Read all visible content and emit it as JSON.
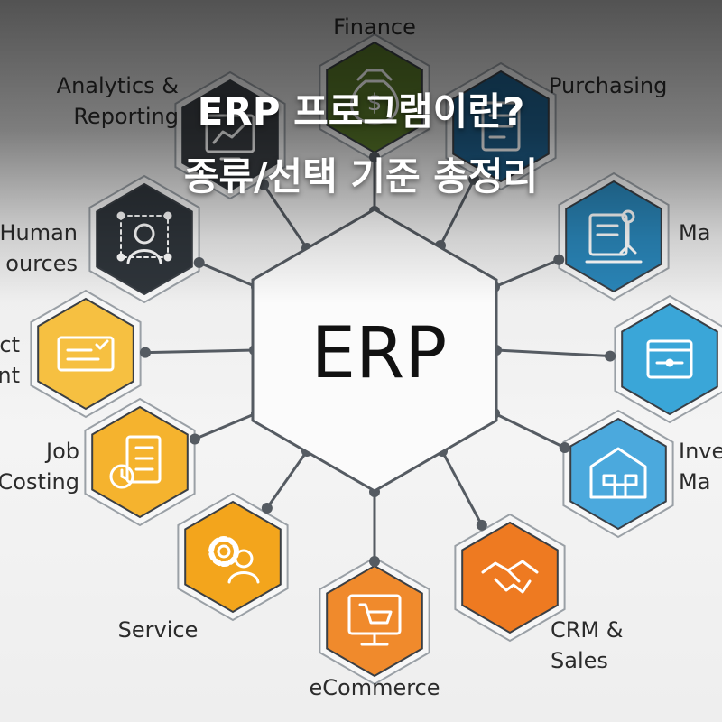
{
  "headline": {
    "line1": "ERP 프로그램이란?",
    "line2": "종류/선택 기준 총정리"
  },
  "center": {
    "label": "ERP"
  },
  "modules": [
    {
      "id": "finance",
      "label_lines": [
        "Finance"
      ],
      "color": "#5a7a2a",
      "icon": "money-bag-icon"
    },
    {
      "id": "purchasing",
      "label_lines": [
        "Purchasing"
      ],
      "color": "#1f5f8b",
      "icon": "invoice-icon"
    },
    {
      "id": "manufacturing",
      "label_lines": [
        "Ma"
      ],
      "color": "#2a86b9",
      "icon": "robot-arm-icon"
    },
    {
      "id": "module-e",
      "label_lines": [],
      "color": "#3aa6d8",
      "icon": "browser-window-icon"
    },
    {
      "id": "inventory",
      "label_lines": [
        "Inve",
        "Ma"
      ],
      "color": "#4ba9dd",
      "icon": "warehouse-icon"
    },
    {
      "id": "crm-sales",
      "label_lines": [
        "CRM &",
        "Sales"
      ],
      "color": "#ee7a21",
      "icon": "handshake-icon"
    },
    {
      "id": "ecommerce",
      "label_lines": [
        "eCommerce"
      ],
      "color": "#f08a2c",
      "icon": "shopping-cart-icon"
    },
    {
      "id": "service",
      "label_lines": [
        "Service"
      ],
      "color": "#f3a51c",
      "icon": "gear-person-icon"
    },
    {
      "id": "job-costing",
      "label_lines": [
        "Job",
        "Costing"
      ],
      "color": "#f5b32e",
      "icon": "checklist-timer-icon"
    },
    {
      "id": "project",
      "label_lines": [
        "ct",
        "nt"
      ],
      "color": "#f6c041",
      "icon": "ticket-icon"
    },
    {
      "id": "human-resources",
      "label_lines": [
        "Human",
        "ources"
      ],
      "color": "#2f353b",
      "icon": "person-network-icon"
    },
    {
      "id": "analytics",
      "label_lines": [
        "Analytics &",
        "Reporting"
      ],
      "color": "#3b3f44",
      "icon": "chart-screen-icon"
    }
  ]
}
